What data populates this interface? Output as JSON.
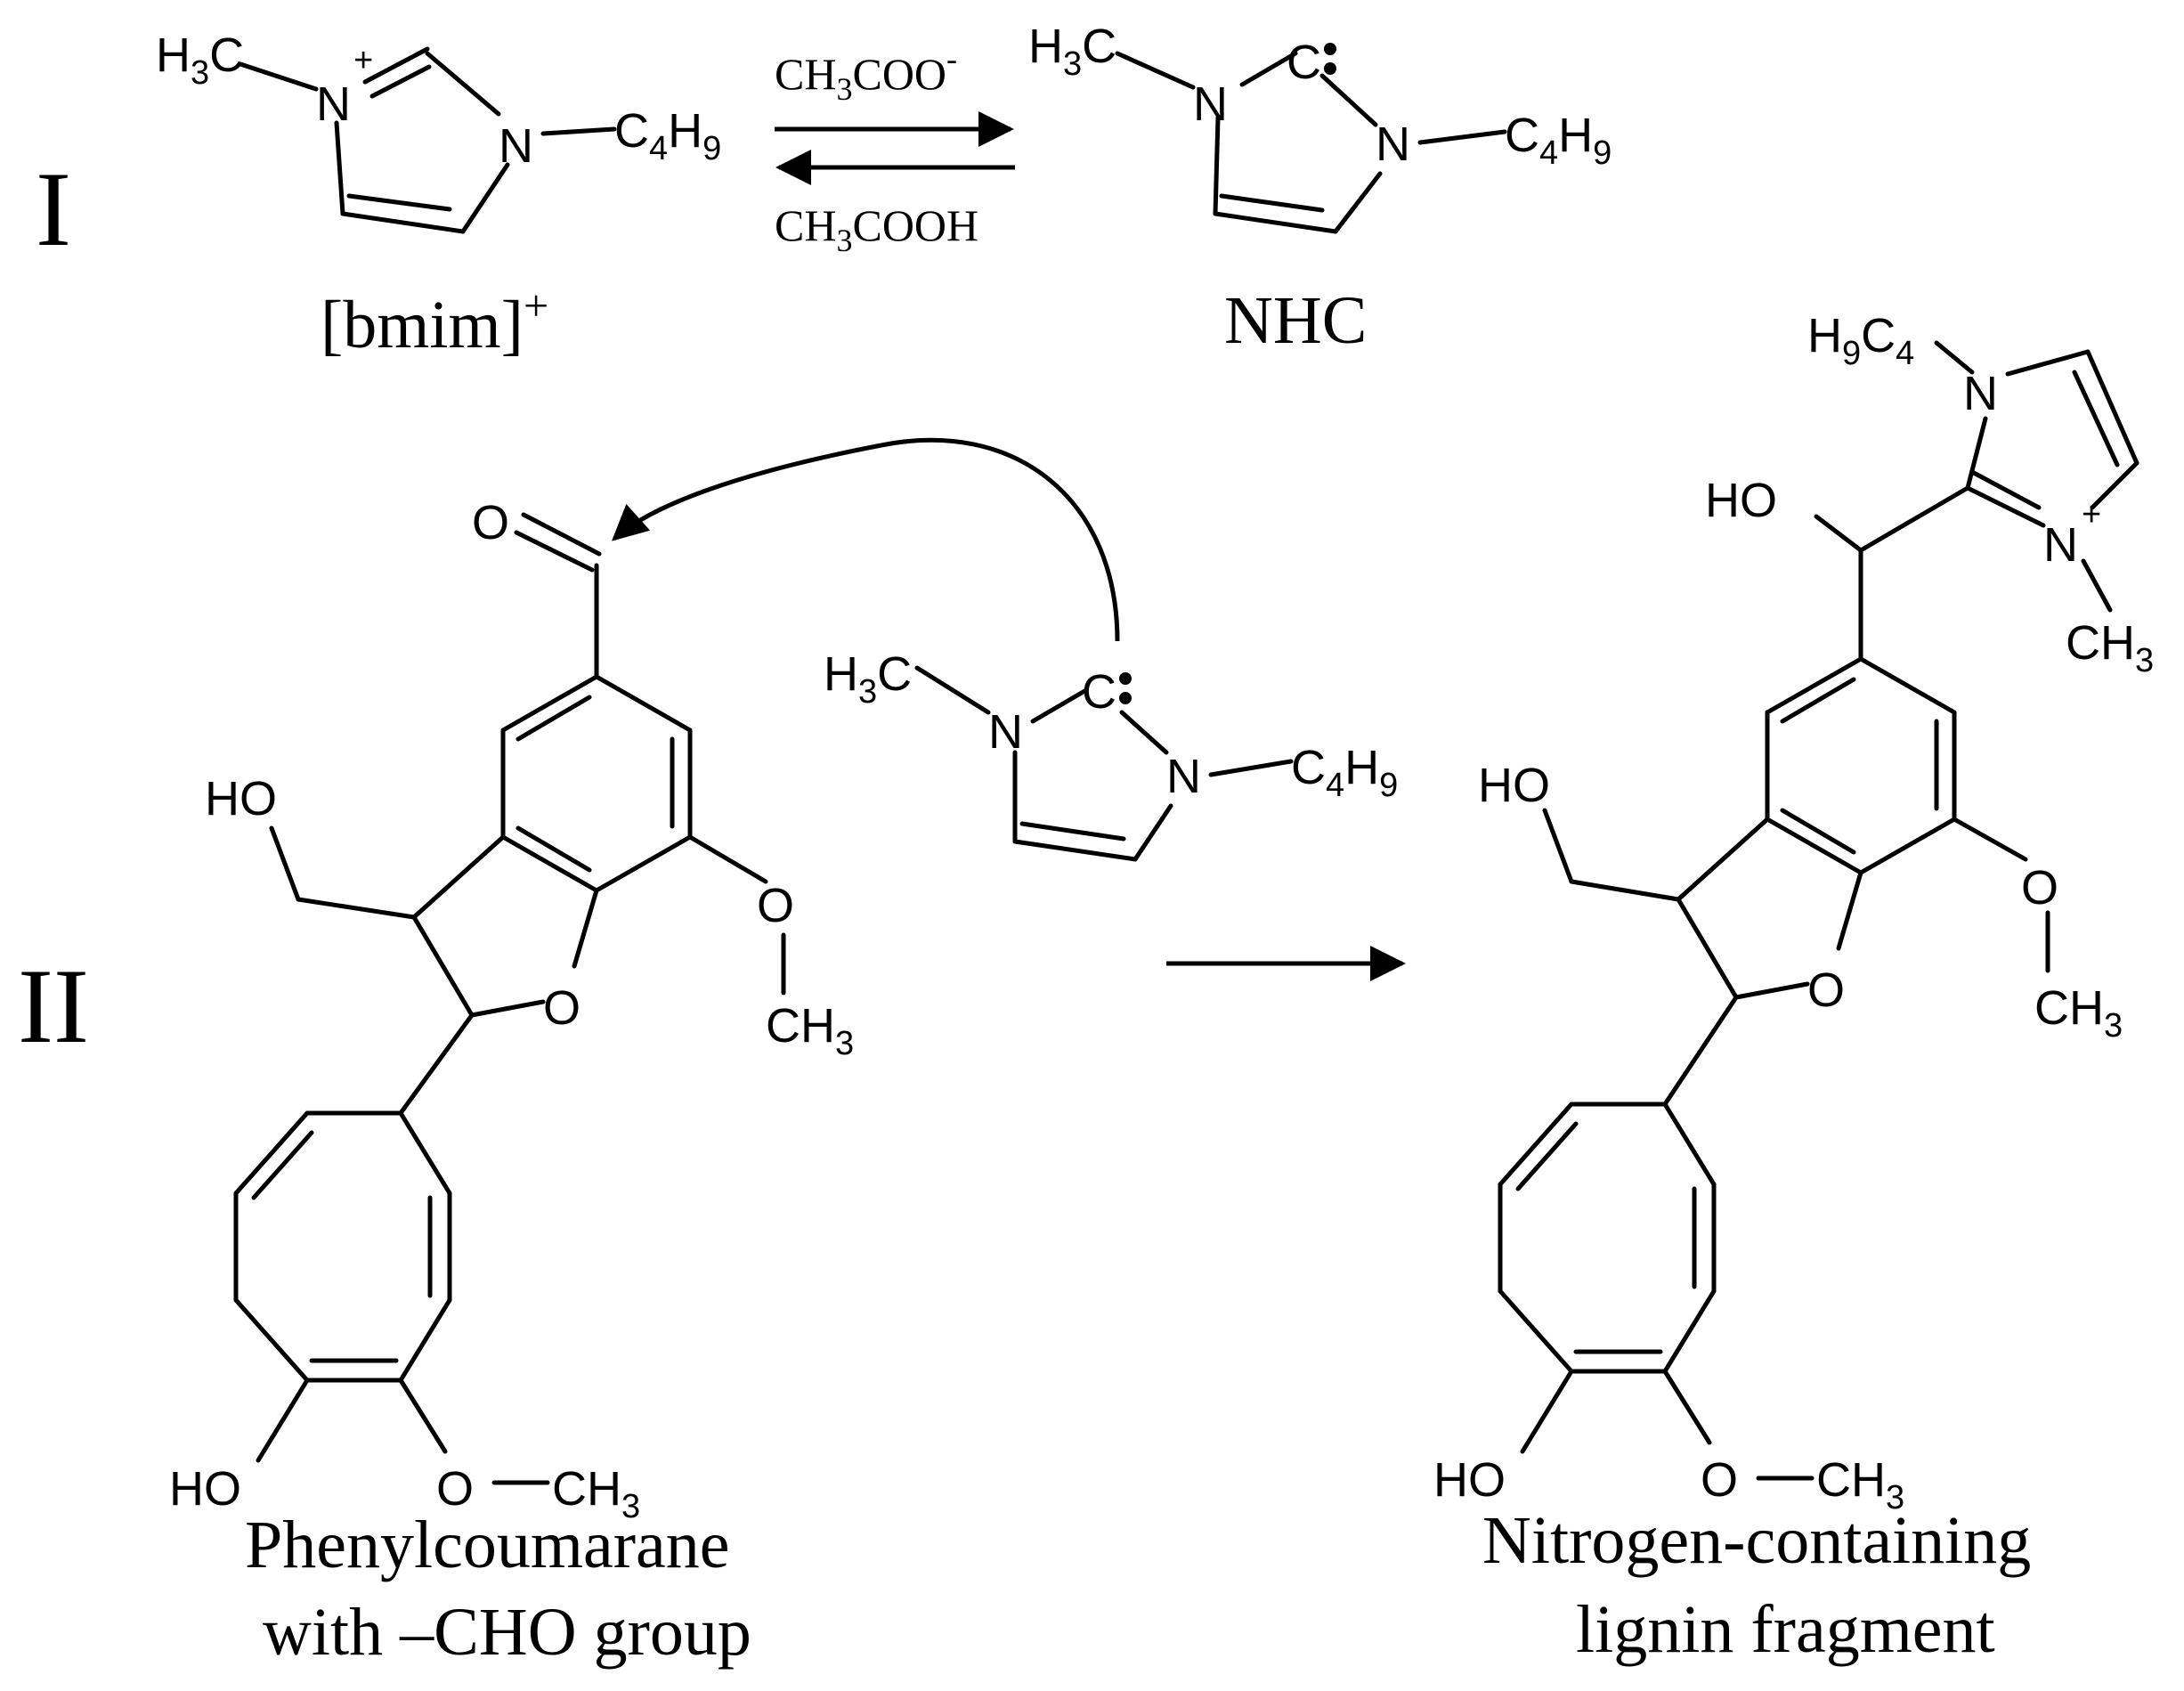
{
  "scheme": {
    "row1_label": "I",
    "row2_label": "II",
    "bmim_label": "[bmim]",
    "bmim_charge": "+",
    "nhc_label": "NHC",
    "reagent_top": "CH3COO-",
    "reagent_bottom": "CH3COOH",
    "reactant_name_line1": "Phenylcoumarane",
    "reactant_name_line2": "with –CHO group",
    "product_name_line1": "Nitrogen-containing",
    "product_name_line2": "lignin fragment"
  },
  "atoms": {
    "H3C": "H3C",
    "CH3": "CH3",
    "C4H9": "C4H9",
    "H9C4": "H9C4",
    "N": "N",
    "O": "O",
    "HO": "HO",
    "carbene": "C",
    "plus": "+"
  }
}
